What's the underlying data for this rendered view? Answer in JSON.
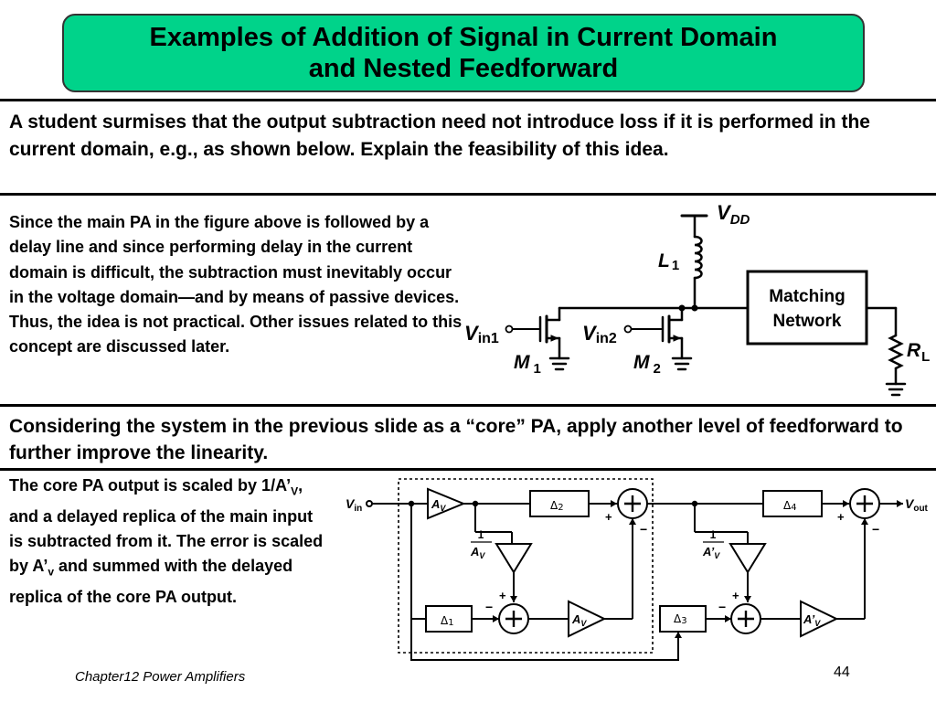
{
  "title": {
    "line1": "Examples of Addition of Signal in Current Domain",
    "line2": "and Nested Feedforward"
  },
  "question": "A student surmises that the output subtraction need not introduce loss if it is performed in the current domain, e.g., as shown below. Explain the feasibility of this idea.",
  "answer1": "Since the main PA in the figure above is followed by a delay line and since performing delay in the current domain is difficult, the subtraction must inevitably occur in the voltage domain—and by means of passive devices. Thus, the idea is not practical. Other issues related to this concept are discussed later.",
  "prompt2": "Considering the system in the previous slide as a “core” PA, apply another level of feedforward to further improve the linearity.",
  "answer2": {
    "p1": "The core PA output is scaled by 1/A’",
    "sub1": "V",
    "p2": ", and a delayed replica of the main input is subtracted from it. The error is scaled by A’",
    "sub2": "v",
    "p3": " and summed with the delayed replica of the core PA output."
  },
  "circuit": {
    "vdd": "V",
    "vdd_sub": "DD",
    "l1": "L",
    "l1_sub": "1",
    "vin1": "V",
    "vin1_sub": "in1",
    "vin2": "V",
    "vin2_sub": "in2",
    "m1": "M",
    "m1_sub": "1",
    "m2": "M",
    "m2_sub": "2",
    "matching_line1": "Matching",
    "matching_line2": "Network",
    "rl": "R",
    "rl_sub": "L"
  },
  "block": {
    "vin": "V",
    "vin_sub": "in",
    "vout": "V",
    "vout_sub": "out",
    "av": "A",
    "av_sub": "V",
    "av_prime": "A’",
    "av_prime_sub": "V",
    "one": "1",
    "d1": "Δ",
    "d1_sub": "1",
    "d2": "Δ",
    "d2_sub": "2",
    "d3": "Δ",
    "d3_sub": "3",
    "d4": "Δ",
    "d4_sub": "4",
    "plus": "+",
    "minus": "−"
  },
  "footer": {
    "chapter": "Chapter12 Power Amplifiers",
    "page": "44"
  }
}
